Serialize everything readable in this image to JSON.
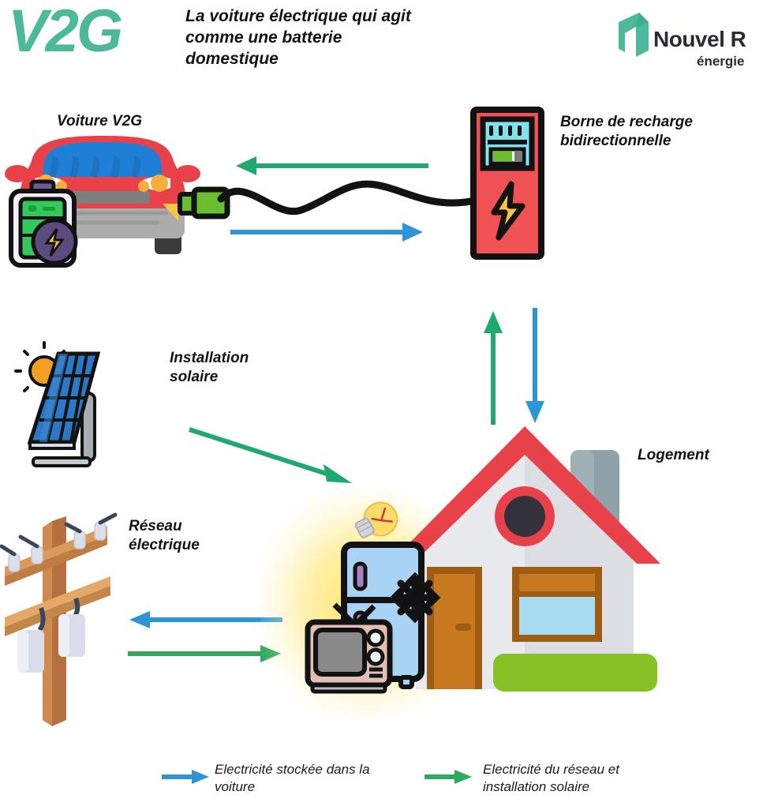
{
  "header": {
    "brand_title": "V2G",
    "brand_title_color": "#4CB99A",
    "tagline": "La voiture électrique qui agit comme une batterie domestique",
    "logo": {
      "name": "Nouvel R",
      "sub": "énergie",
      "mark_color": "#4CB99A",
      "text_color": "#2B2B33"
    }
  },
  "labels": {
    "car": "Voiture V2G",
    "charger": "Borne de recharge bidirectionnelle",
    "solar": "Installation solaire",
    "grid": "Réseau électrique",
    "home": "Logement"
  },
  "legend": {
    "items": [
      {
        "label": "Electricité stockée dans la voiture",
        "color": "#2B95D6",
        "icon": "arrow-right-icon"
      },
      {
        "label": "Electricité du réseau et installation solaire",
        "color": "#2FA95E",
        "icon": "arrow-right-icon"
      }
    ]
  },
  "colors": {
    "blue_flow": "#2B95D6",
    "green_flow": "#1FA971",
    "green_flow_alt": "#2FA95E",
    "car_body": "#E8414A",
    "car_glass": "#1F7FD6",
    "charger_body": "#EF5154",
    "charger_screen": "#7FE3EE",
    "bolt": "#FBC63C",
    "solar_panel": "#2D78C4",
    "sun": "#F2A024",
    "pole_wood": "#C98A4B",
    "house_wall": "#E8E9ED",
    "house_roof": "#E8414A",
    "door": "#C8791F",
    "bush": "#86C226",
    "fridge": "#A9D3F4",
    "glow": "#FFE35C",
    "battery_green": "#34C759",
    "battery_cap": "#6B5B8E",
    "outline": "#121212"
  },
  "chart_data": {
    "type": "diagram",
    "title": "V2G — La voiture électrique qui agit comme une batterie domestique",
    "nodes": [
      {
        "id": "car",
        "label": "Voiture V2G"
      },
      {
        "id": "charger",
        "label": "Borne de recharge bidirectionnelle"
      },
      {
        "id": "solar",
        "label": "Installation solaire"
      },
      {
        "id": "grid",
        "label": "Réseau électrique"
      },
      {
        "id": "home",
        "label": "Logement"
      }
    ],
    "edges": [
      {
        "from": "charger",
        "to": "car",
        "direction": "left",
        "flow": "Electricité du réseau et installation solaire",
        "color": "#1FA971"
      },
      {
        "from": "car",
        "to": "charger",
        "direction": "right",
        "flow": "Electricité stockée dans la voiture",
        "color": "#2B95D6"
      },
      {
        "from": "home",
        "to": "charger",
        "direction": "up",
        "flow": "Electricité du réseau et installation solaire",
        "color": "#1FA971"
      },
      {
        "from": "charger",
        "to": "home",
        "direction": "down",
        "flow": "Electricité stockée dans la voiture",
        "color": "#2B95D6"
      },
      {
        "from": "solar",
        "to": "home",
        "direction": "down-right",
        "flow": "Electricité du réseau et installation solaire",
        "color": "#1FA971"
      },
      {
        "from": "home",
        "to": "grid",
        "direction": "left",
        "flow": "Electricité stockée dans la voiture",
        "color": "#2B95D6"
      },
      {
        "from": "grid",
        "to": "home",
        "direction": "right",
        "flow": "Electricité du réseau et installation solaire",
        "color": "#1FA971"
      }
    ]
  }
}
